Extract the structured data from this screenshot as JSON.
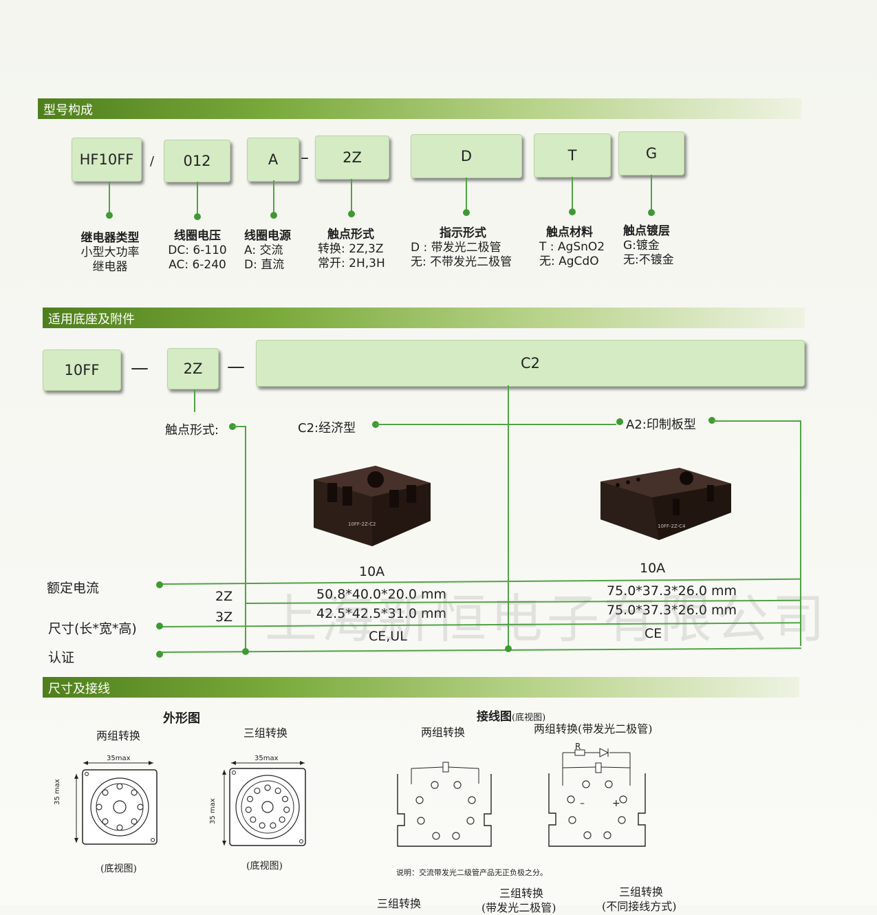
{
  "sections": {
    "model": "型号构成",
    "sockets": "适用底座及附件",
    "dimensions": "尺寸及接线"
  },
  "model_code": {
    "boxes": [
      "HF10FF",
      "012",
      "A",
      "2Z",
      "D",
      "T",
      "G"
    ],
    "sep_slash": "/",
    "sep_dash": "–"
  },
  "model_labels": [
    {
      "title": "继电器类型",
      "lines": [
        "小型大功率",
        "继电器"
      ]
    },
    {
      "title": "线圈电压",
      "lines": [
        "DC: 6-110",
        "AC: 6-240"
      ]
    },
    {
      "title": "线圈电源",
      "lines": [
        "A: 交流",
        "D: 直流"
      ]
    },
    {
      "title": "触点形式",
      "lines": [
        "转换: 2Z,3Z",
        "常开: 2H,3H"
      ]
    },
    {
      "title": "指示形式",
      "lines": [
        "D : 带发光二极管",
        "无: 不带发光二极管"
      ]
    },
    {
      "title": "触点材料",
      "lines": [
        "T : AgSnO2",
        "无: AgCdO"
      ]
    },
    {
      "title": "触点镀层",
      "lines": [
        "G:镀金",
        "无:不镀金"
      ]
    }
  ],
  "socket_code": {
    "boxes": [
      "10FF",
      "2Z",
      "C2"
    ],
    "sep": "—"
  },
  "socket_labels": {
    "contact": "触点形式:",
    "c2": "C2:经济型",
    "a2": "A2:印制板型"
  },
  "socket_images": {
    "c2_mark": "10FF-2Z-C2",
    "a2_mark": "10FF-2Z-C4"
  },
  "socket_table": {
    "rows": [
      "额定电流",
      "尺寸(长*宽*高)",
      "认证"
    ],
    "sub_2z": "2Z",
    "sub_3z": "3Z",
    "c2": {
      "current": "10A",
      "dim_2z": "50.8*40.0*20.0 mm",
      "dim_3z": "42.5*42.5*31.0 mm",
      "cert": "CE,UL"
    },
    "a2": {
      "current": "10A",
      "dim_2z": "75.0*37.3*26.0 mm",
      "dim_3z": "75.0*37.3*26.0 mm",
      "cert": "CE"
    }
  },
  "watermark": "上海新恒电子有限公司",
  "diagrams": {
    "outline_title": "外形图",
    "two_group": "两组转换",
    "three_group": "三组转换",
    "dim_35max": "35max",
    "dim_35max_v": "35 max",
    "bottom_view": "(底视图)",
    "wiring_title": "接线图",
    "wiring_sub": "(底视图)",
    "two_group_led": "两组转换(带发光二极管)",
    "note": "说明：交流带发光二级管产品无正负极之分。",
    "bottom_three_a": "三组转换",
    "bottom_three_b": "三组转换",
    "bottom_three_c": "三组转换",
    "bottom_led": "(带发光二极管)",
    "bottom_diff": "(不同接线方式)",
    "r_label": "R",
    "minus": "–",
    "plus": "+"
  }
}
